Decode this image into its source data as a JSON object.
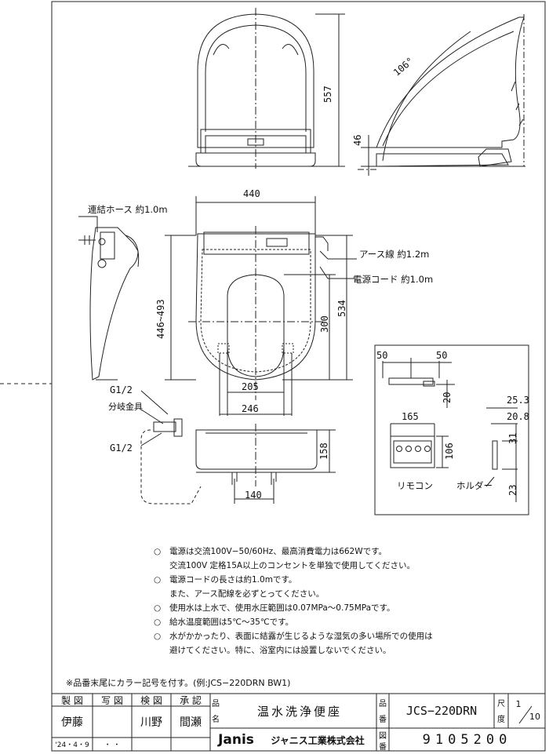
{
  "dimensions": {
    "height_top": "557",
    "angle": "106°",
    "base_height": "46",
    "width_top": "440",
    "hose": "連結ホース 約1.0m",
    "earth": "アース線 約1.2m",
    "power": "電源コード 約1.0m",
    "length_range": "446~493",
    "seat_300": "300",
    "depth_534": "534",
    "w205": "205",
    "w246": "246",
    "h158": "158",
    "w140": "140",
    "g1": "G1/2",
    "branch": "分岐金具",
    "g2": "G1/2",
    "rc_50a": "50",
    "rc_50b": "50",
    "rc_20": "20",
    "rc_165": "165",
    "rc_106": "106",
    "h_253": "25.3",
    "h_208": "20.8",
    "h_31": "31",
    "h_23": "23",
    "remote": "リモコン",
    "holder": "ホルダー"
  },
  "notes": [
    {
      "bullet": "○",
      "text": "電源は交流100V−50/60Hz、最高消費電力は662Wです。"
    },
    {
      "bullet": "",
      "text": "交流100V 定格15A以上のコンセントを単独で使用してください。"
    },
    {
      "bullet": "○",
      "text": "電源コードの長さは約1.0mです。"
    },
    {
      "bullet": "",
      "text": "また、アース配線を必ずとってください。"
    },
    {
      "bullet": "○",
      "text": "使用水は上水で、使用水圧範囲は0.07MPa〜0.75MPaです。"
    },
    {
      "bullet": "○",
      "text": "給水温度範囲は5℃〜35℃です。"
    },
    {
      "bullet": "○",
      "text": "水がかかったり、表面に結露が生じるような湿気の多い場所での使用は"
    },
    {
      "bullet": "",
      "text": "避けてください。特に、浴室内には設置しないでください。"
    }
  ],
  "footnote": "※品番末尾にカラー記号を付す。(例:JCS−220DRN BW1)",
  "title_block": {
    "h_draw": "製 図",
    "h_copy": "写 図",
    "h_check": "検 図",
    "h_approve": "承 認",
    "name_draw": "伊藤",
    "name_check": "川野",
    "name_approve": "間瀬",
    "date": "'24・4・9",
    "date_dots": "・  ・",
    "name_label": "名",
    "name_label_top": "品",
    "product_name": "温水洗浄便座",
    "model_label_top": "品",
    "model_label_bottom": "番",
    "model": "JCS−220DRN",
    "scale_label_top": "尺",
    "scale_label_bottom": "度",
    "scale_num": "1",
    "scale_den": "10",
    "logo": "Janis",
    "company": "ジャニス工業株式会社",
    "drawing_label_top": "図",
    "drawing_label_bottom": "番",
    "drawing_no": "9105200"
  }
}
